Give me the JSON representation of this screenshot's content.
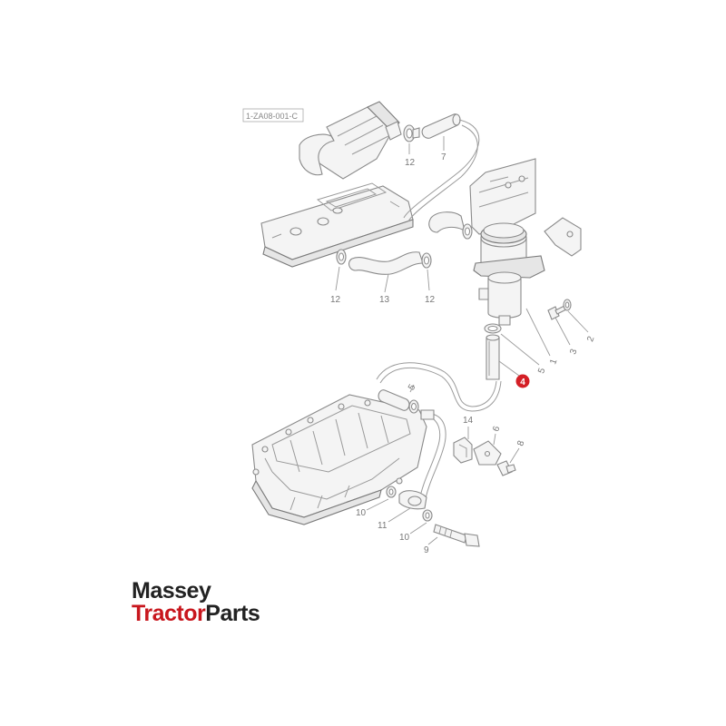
{
  "diagram": {
    "ref_code": "1-ZA08-001-C",
    "highlight_color": "#d41f26",
    "callouts": [
      {
        "id": "c12a",
        "label": "12"
      },
      {
        "id": "c7",
        "label": "7"
      },
      {
        "id": "c12b",
        "label": "12"
      },
      {
        "id": "c13",
        "label": "13"
      },
      {
        "id": "c12c",
        "label": "12"
      },
      {
        "id": "c2",
        "label": "2"
      },
      {
        "id": "c3",
        "label": "3"
      },
      {
        "id": "c1",
        "label": "1"
      },
      {
        "id": "c5a",
        "label": "5"
      },
      {
        "id": "c5b",
        "label": "5"
      },
      {
        "id": "c14",
        "label": "14"
      },
      {
        "id": "c6",
        "label": "6"
      },
      {
        "id": "c8",
        "label": "8"
      },
      {
        "id": "c10a",
        "label": "10"
      },
      {
        "id": "c11",
        "label": "11"
      },
      {
        "id": "c10b",
        "label": "10"
      },
      {
        "id": "c9",
        "label": "9"
      }
    ],
    "highlight": {
      "label": "4"
    }
  },
  "logo": {
    "line1": "Massey",
    "line2_red": "Tractor",
    "line2_dark": "Parts",
    "colors": {
      "red": "#c8161d",
      "dark": "#222222"
    }
  }
}
